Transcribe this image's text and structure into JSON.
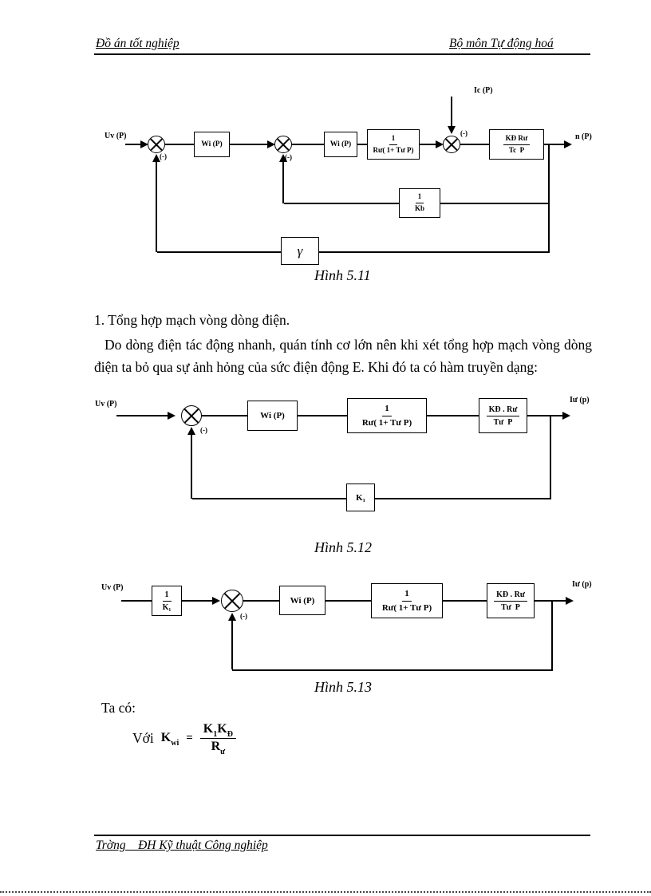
{
  "header": {
    "left": "Đồ án tốt nghiệp",
    "right": "Bộ môn Tự động hoá"
  },
  "fig1": {
    "input_label": "Uv (P)",
    "disturbance_label": "Ic (P)",
    "sum1_sign": "(-)",
    "sum2_sign": "(-)",
    "sum3_sign": "(-)",
    "block_wi1": "Wi (P)",
    "block_wi2": "Wi (P)",
    "block_plant_num": "1",
    "block_plant_den": "Rư( 1+ Tư P)",
    "block_motor_num": "KĐ Rư",
    "block_motor_den": "Tc  P",
    "fb_current_num": "1",
    "fb_current_den": "Kb",
    "fb_speed_label": "γ",
    "output_label": "n (P)",
    "caption": "Hình 5.11"
  },
  "section": {
    "heading": "1. Tổng hợp mạch vòng dòng điện.",
    "paragraph": "Do dòng điện tác động nhanh, quán tính cơ lớn nên khi xét tổng hợp mạch vòng dòng điện ta bỏ qua sự ảnh hỏng  của sức điện động E. Khi đó ta có hàm truyền dạng:"
  },
  "fig2": {
    "input_label": "Uv (P)",
    "sum_sign": "(-)",
    "block_wi": "Wi (P)",
    "block_plant_num": "1",
    "block_plant_den": "Rư( 1+ Tư P)",
    "block_gain_num": "KĐ . Rư",
    "block_gain_den": "Tư  P",
    "fb_label": "K₁",
    "output_label": "Iư (p)",
    "caption": "Hình 5.12"
  },
  "fig3": {
    "input_label": "Uv (P)",
    "block_inv_num": "1",
    "block_inv_den": "K₁",
    "sum_sign": "(-)",
    "block_wi": "Wi (P)",
    "block_plant_num": "1",
    "block_plant_den": "Rư( 1+ Tư P)",
    "block_gain_num": "KĐ . Rư",
    "block_gain_den": "Tư  P",
    "output_label": "Iư (p)",
    "caption": "Hình 5.13"
  },
  "closing": {
    "ta_co": "Ta có:",
    "formula": {
      "prefix": "Với",
      "lhs_base": "K",
      "lhs_sub": "wi",
      "equals": "=",
      "num_a_base": "K",
      "num_a_sub": "1",
      "num_b_base": "K",
      "num_b_sub": "Đ",
      "den_base": "R",
      "den_sub": "ư"
    }
  },
  "footer": {
    "text": "Trờng    ĐH Kỹ thuật Công nghiệp"
  }
}
